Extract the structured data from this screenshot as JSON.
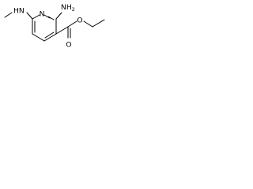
{
  "structure": {
    "atom_labels": {
      "amine_top": "NH",
      "amine_top_subscript": "2",
      "ring_nitrogen": "N",
      "methylamino_n": "HN",
      "ester_carbonyl_o": "O",
      "ester_ether_o": "O"
    }
  }
}
